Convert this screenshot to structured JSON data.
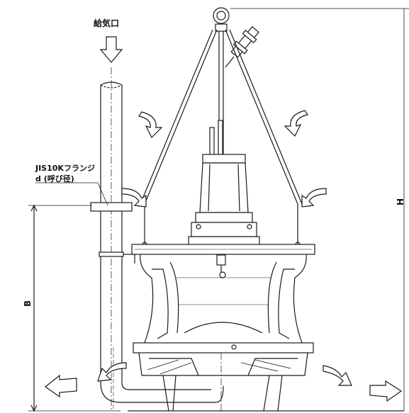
{
  "labels": {
    "air_inlet": "給気口",
    "flange_line1": "JIS10Kフランジ",
    "flange_line2": "d (呼び径)",
    "dim_b": "B",
    "dim_h": "H"
  },
  "colors": {
    "line": "#1a1a1a",
    "fill": "#ffffff"
  },
  "icons": {
    "flow_arrow": "curved-flow-arrow-icon",
    "inlet_arrow": "down-arrow-icon"
  }
}
